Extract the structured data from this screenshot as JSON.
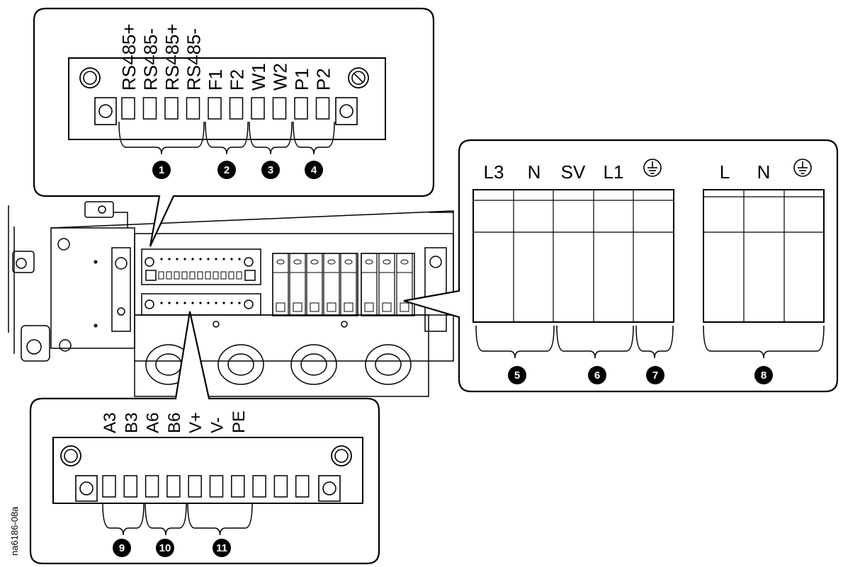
{
  "top_block": {
    "terminals": [
      "RS485+",
      "RS485-",
      "RS485+",
      "RS485-",
      "F1",
      "F2",
      "W1",
      "W2",
      "P1",
      "P2"
    ],
    "callouts": [
      "1",
      "2",
      "3",
      "4"
    ]
  },
  "right_block": {
    "left_terminals": [
      "L3",
      "N",
      "SV",
      "L1"
    ],
    "right_terminals": [
      "L",
      "N"
    ],
    "callouts": [
      "5",
      "6",
      "7",
      "8"
    ]
  },
  "bottom_block": {
    "terminals": [
      "A3",
      "B3",
      "A6",
      "B6",
      "V+",
      "V-",
      "PE"
    ],
    "callouts": [
      "9",
      "10",
      "11"
    ]
  },
  "figure_code": "na6186-08a",
  "icons": [
    "ground-icon",
    "screw-icon",
    "callout-badge"
  ]
}
